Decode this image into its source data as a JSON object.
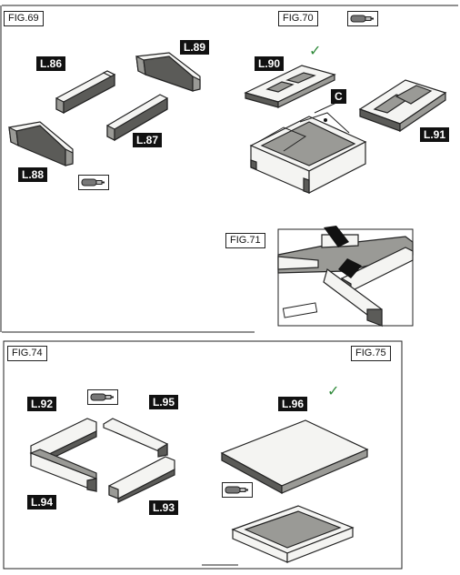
{
  "figures": {
    "fig69": "FIG.69",
    "fig70": "FIG.70",
    "fig71": "FIG.71",
    "fig74": "FIG.74",
    "fig75": "FIG.75"
  },
  "parts": {
    "l86": "L.86",
    "l87": "L.87",
    "l88": "L.88",
    "l89": "L.89",
    "l90": "L.90",
    "l91": "L.91",
    "l92": "L.92",
    "l93": "L.93",
    "l94": "L.94",
    "l95": "L.95",
    "l96": "L.96"
  },
  "callout_c": "C",
  "icons": [
    "glue-bottle-icon",
    "glue-spreader-icon",
    "arrow-icon"
  ],
  "checkmark": "✓",
  "colors": {
    "ink": "#222222",
    "check": "#2f8a3a",
    "label_bg": "#111111"
  }
}
